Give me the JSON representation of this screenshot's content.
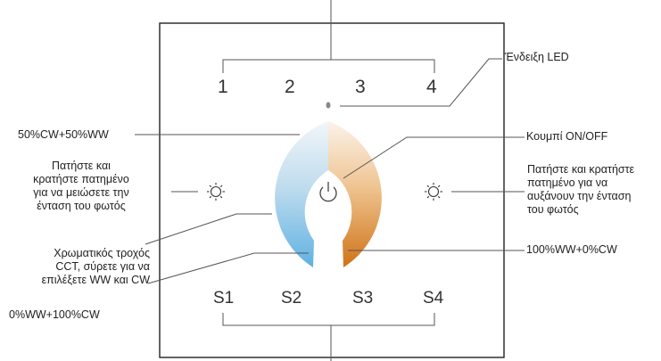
{
  "labels": {
    "led": "Ένδειξη LED",
    "cw50": "50%CW+50%WW",
    "onoff": "Κουμπί ON/OFF",
    "decrease": "Πατήστε και\nκρατήστε πατημένο\nγια να μειώσετε την\nένταση του φωτός",
    "increase": "Πατήστε και κρατήστε\nπατημένο για να\nαυξάνουν την ένταση\nτου φωτός",
    "wheel": "Χρωματικός τροχός\nCCT, σύρετε για να\nεπιλέξετε WW και CW",
    "ww100": "100%WW+0%CW",
    "ww0": "0%WW+100%CW"
  },
  "buttons": {
    "top": [
      "1",
      "2",
      "3",
      "4"
    ],
    "scene": [
      "S1",
      "S2",
      "S3",
      "S4"
    ]
  },
  "colors": {
    "cool": "#6fb9e6",
    "warm": "#d27a1c",
    "line": "#555555"
  }
}
